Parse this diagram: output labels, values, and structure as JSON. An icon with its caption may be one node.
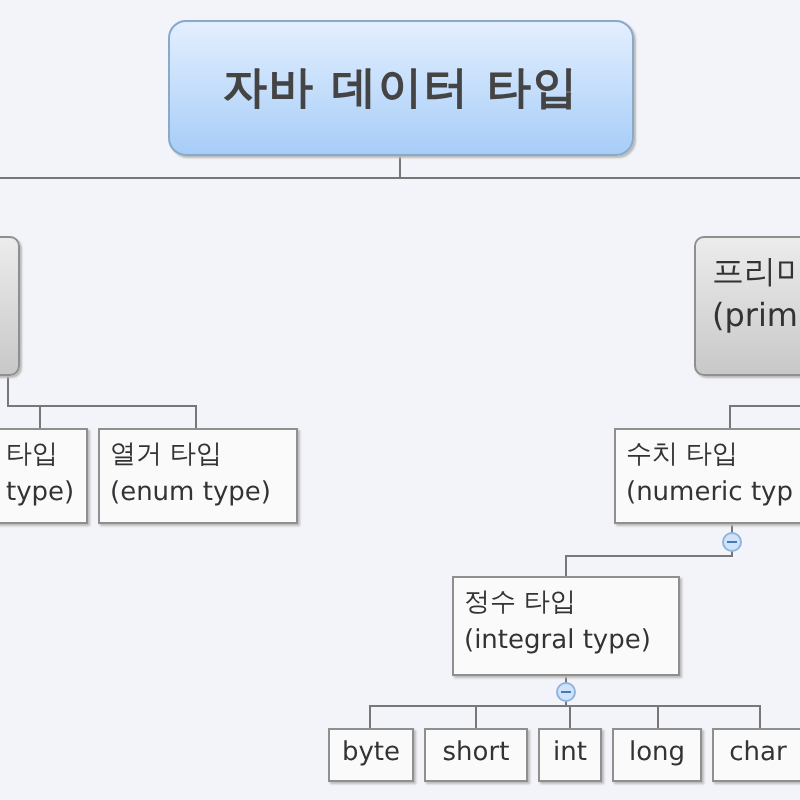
{
  "diagram": {
    "nodes": [
      {
        "text": [
          "자바 데이터 타입"
        ]
      },
      {
        "text": [],
        "shape": "box"
      },
      {
        "text": [
          "프리미",
          "(prim"
        ]
      },
      {
        "text": [
          "타입",
          "type)"
        ]
      },
      {
        "text": [
          "열거 타입",
          "(enum type)"
        ]
      },
      {
        "text": [
          "수치 타입",
          "(numeric typ"
        ]
      },
      {
        "text": [
          "정수 타입",
          "(integral type)"
        ]
      },
      {
        "text": [
          "byte"
        ]
      },
      {
        "text": [
          "short"
        ]
      },
      {
        "text": [
          "int"
        ]
      },
      {
        "text": [
          "long"
        ]
      },
      {
        "text": [
          "char"
        ]
      }
    ],
    "edges": [
      {
        "from": 0,
        "to": 1,
        "arrow": "none"
      },
      {
        "from": 0,
        "to": 2,
        "arrow": "none"
      },
      {
        "from": 1,
        "to": 3,
        "arrow": "none"
      },
      {
        "from": 1,
        "to": 4,
        "arrow": "none"
      },
      {
        "from": 2,
        "to": 5,
        "arrow": "none"
      },
      {
        "from": 5,
        "to": 6,
        "arrow": "none"
      },
      {
        "from": 6,
        "to": 7,
        "arrow": "none"
      },
      {
        "from": 6,
        "to": 8,
        "arrow": "none"
      },
      {
        "from": 6,
        "to": 9,
        "arrow": "none"
      },
      {
        "from": 6,
        "to": 10,
        "arrow": "none"
      },
      {
        "from": 6,
        "to": 11,
        "arrow": "none"
      }
    ]
  }
}
